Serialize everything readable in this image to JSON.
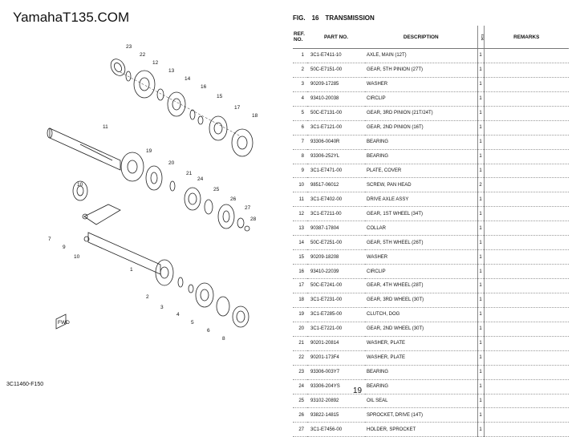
{
  "site_title": "YamahaT135.COM",
  "figure": {
    "label": "FIG.",
    "number": "16",
    "title": "TRANSMISSION"
  },
  "table": {
    "headers": {
      "ref": "REF. NO.",
      "part_no": "PART NO.",
      "description": "DESCRIPTION",
      "qty": "SC1",
      "remarks": "REMARKS"
    },
    "rows": [
      {
        "ref": "1",
        "part_no": "3C1-E7411-10",
        "description": "AXLE, MAIN (12T)",
        "qty": "1"
      },
      {
        "ref": "2",
        "part_no": "50C-E7151-00",
        "description": "GEAR, 5TH PINION (27T)",
        "qty": "1"
      },
      {
        "ref": "3",
        "part_no": "90209-17285",
        "description": "WASHER",
        "qty": "1"
      },
      {
        "ref": "4",
        "part_no": "93410-20038",
        "description": "CIRCLIP",
        "qty": "1"
      },
      {
        "ref": "5",
        "part_no": "50C-E7131-00",
        "description": "GEAR, 3RD PINION (21T/24T)",
        "qty": "1"
      },
      {
        "ref": "6",
        "part_no": "3C1-E7121-00",
        "description": "GEAR, 2ND PINION (16T)",
        "qty": "1"
      },
      {
        "ref": "7",
        "part_no": "93306-0040R",
        "description": "BEARING",
        "qty": "1"
      },
      {
        "ref": "8",
        "part_no": "93306-252YL",
        "description": "BEARING",
        "qty": "1"
      },
      {
        "ref": "9",
        "part_no": "3C1-E7471-00",
        "description": "PLATE, COVER",
        "qty": "1"
      },
      {
        "ref": "10",
        "part_no": "98517-06012",
        "description": "SCREW, PAN HEAD",
        "qty": "2"
      },
      {
        "ref": "11",
        "part_no": "3C1-E7402-00",
        "description": "DRIVE AXLE ASSY",
        "qty": "1"
      },
      {
        "ref": "12",
        "part_no": "3C1-E7211-00",
        "description": "GEAR, 1ST WHEEL (34T)",
        "qty": "1"
      },
      {
        "ref": "13",
        "part_no": "90387-17804",
        "description": "COLLAR",
        "qty": "1"
      },
      {
        "ref": "14",
        "part_no": "50C-E7251-00",
        "description": "GEAR, 5TH WHEEL (26T)",
        "qty": "1"
      },
      {
        "ref": "15",
        "part_no": "90209-18208",
        "description": "WASHER",
        "qty": "1"
      },
      {
        "ref": "16",
        "part_no": "93410-22039",
        "description": "CIRCLIP",
        "qty": "1"
      },
      {
        "ref": "17",
        "part_no": "50C-E7241-00",
        "description": "GEAR, 4TH WHEEL (28T)",
        "qty": "1"
      },
      {
        "ref": "18",
        "part_no": "3C1-E7231-00",
        "description": "GEAR, 3RD WHEEL (30T)",
        "qty": "1"
      },
      {
        "ref": "19",
        "part_no": "3C1-E7285-00",
        "description": "CLUTCH, DOG",
        "qty": "1"
      },
      {
        "ref": "20",
        "part_no": "3C1-E7221-00",
        "description": "GEAR, 2ND WHEEL (30T)",
        "qty": "1"
      },
      {
        "ref": "21",
        "part_no": "90201-20814",
        "description": "WASHER, PLATE",
        "qty": "1"
      },
      {
        "ref": "22",
        "part_no": "90201-173F4",
        "description": "WASHER, PLATE",
        "qty": "1"
      },
      {
        "ref": "23",
        "part_no": "93306-003Y7",
        "description": "BEARING",
        "qty": "1"
      },
      {
        "ref": "24",
        "part_no": "93306-204YS",
        "description": "BEARING",
        "qty": "1"
      },
      {
        "ref": "25",
        "part_no": "93102-20892",
        "description": "OIL SEAL",
        "qty": "1"
      },
      {
        "ref": "26",
        "part_no": "93822-14815",
        "description": "SPROCKET, DRIVE (14T)",
        "qty": "1"
      },
      {
        "ref": "27",
        "part_no": "3C1-E7456-00",
        "description": "HOLDER, SPROCKET",
        "qty": "1"
      }
    ]
  },
  "diagram": {
    "caption": "3C11460-F150",
    "callouts": [
      "23",
      "22",
      "12",
      "13",
      "14",
      "16",
      "15",
      "17",
      "18",
      "11",
      "19",
      "20",
      "21",
      "24",
      "25",
      "26",
      "27",
      "28",
      "10",
      "7",
      "9",
      "10",
      "1",
      "2",
      "3",
      "4",
      "5",
      "6",
      "8"
    ],
    "front_mark": "FWD"
  },
  "page_number": "19"
}
